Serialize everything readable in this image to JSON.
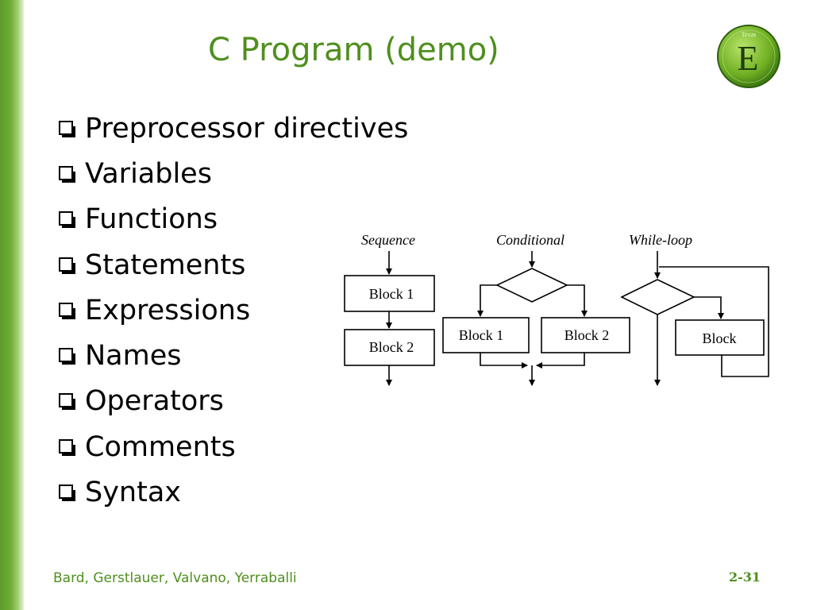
{
  "slide": {
    "title": "C Program (demo)",
    "accent_color": "#4f8f1e",
    "bullets": [
      "Preprocessor directives",
      "Variables",
      "Functions",
      "Statements",
      "Expressions",
      "Names",
      "Operators",
      "Comments",
      "Syntax"
    ],
    "bullet_icon": "checkbox-square-icon",
    "logo_icon": "texas-e-logo-icon",
    "logo_letter": "E",
    "logo_text": "Texas"
  },
  "diagram": {
    "sequence_label": "Sequence",
    "conditional_label": "Conditional",
    "while_label": "While-loop",
    "seq_block1": "Block 1",
    "seq_block2": "Block 2",
    "cond_block1": "Block 1",
    "cond_block2": "Block 2",
    "loop_block": "Block"
  },
  "footer": {
    "authors": "Bard, Gerstlauer, Valvano, Yerraballi",
    "page_number": "2-31"
  }
}
